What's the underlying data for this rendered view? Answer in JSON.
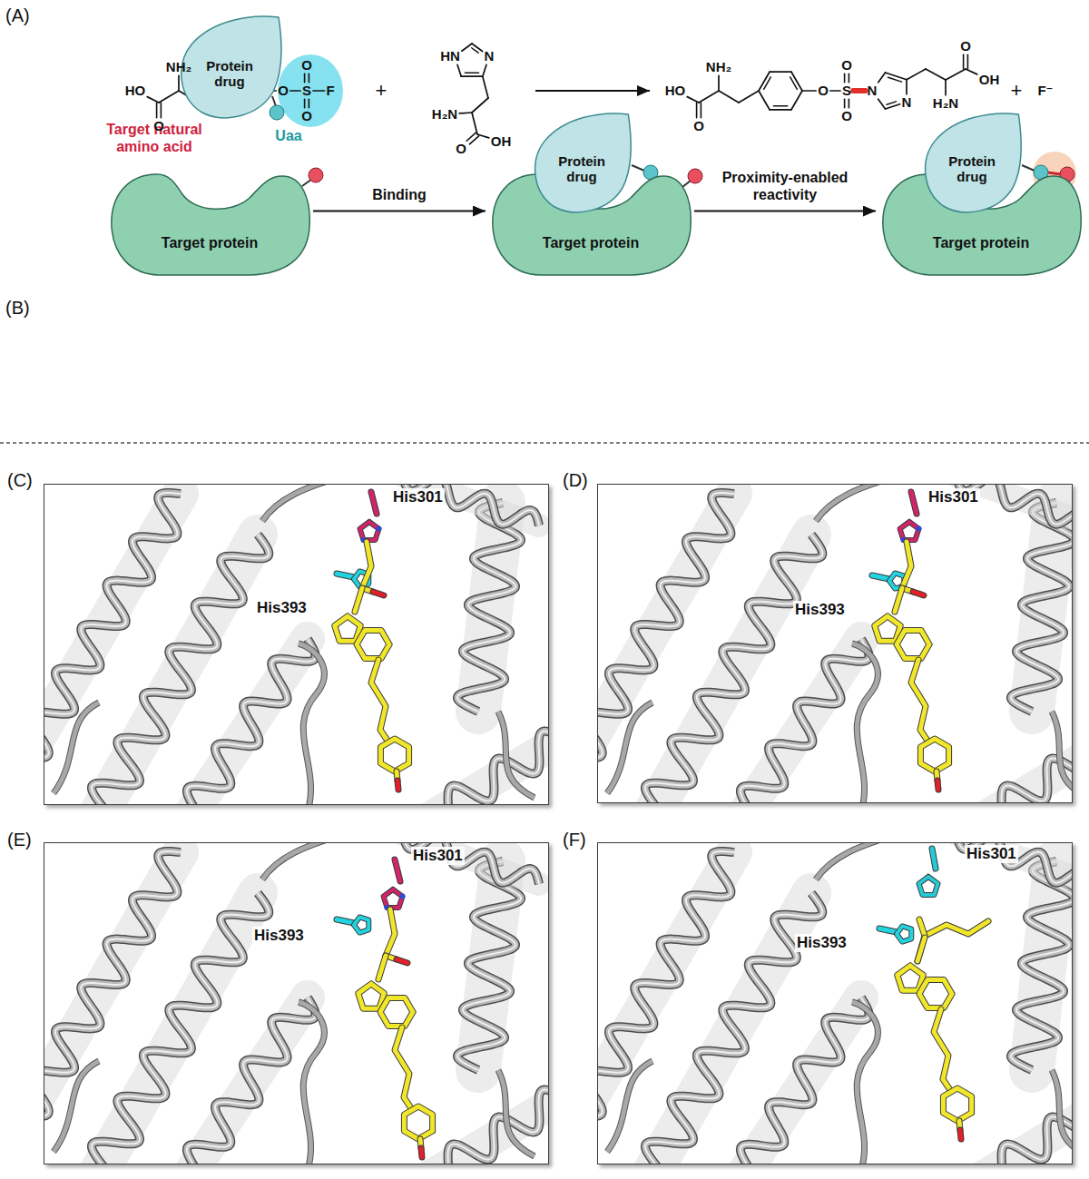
{
  "diagram": {
    "nodes": [
      {
        "text": [
          "Protein drug"
        ]
      },
      {
        "text": [
          "Target protein"
        ]
      },
      {
        "text": [
          "Protein drug"
        ]
      },
      {
        "text": [
          "Target protein"
        ]
      },
      {
        "text": [
          "Protein drug"
        ]
      },
      {
        "text": [
          "Target protein"
        ]
      },
      {
        "text": [
          "His301",
          "His393"
        ]
      },
      {
        "text": [
          "His301",
          "His393"
        ]
      },
      {
        "text": [
          "His301",
          "His393"
        ]
      },
      {
        "text": [
          "His301",
          "His393"
        ]
      }
    ],
    "edges": [
      {
        "from": 1,
        "to": 3,
        "label": "Binding",
        "arrow": "to"
      },
      {
        "from": 3,
        "to": 5,
        "label": "Proximity-enabled reactivity",
        "arrow": "to"
      }
    ],
    "labels": [
      "(A)",
      "Target natural amino acid",
      "Uaa",
      "(B)",
      "NH₂",
      "HO",
      "O",
      "O",
      "S",
      "O",
      "O",
      "F",
      "+",
      "HN",
      "N",
      "H₂N",
      "O",
      "OH",
      "HO",
      "NH₂",
      "O",
      "O",
      "S",
      "O",
      "O",
      "N",
      "N",
      "H₂N",
      "O",
      "OH",
      "+",
      "F⁻",
      "(C)",
      "(D)",
      "(E)",
      "(F)"
    ]
  }
}
